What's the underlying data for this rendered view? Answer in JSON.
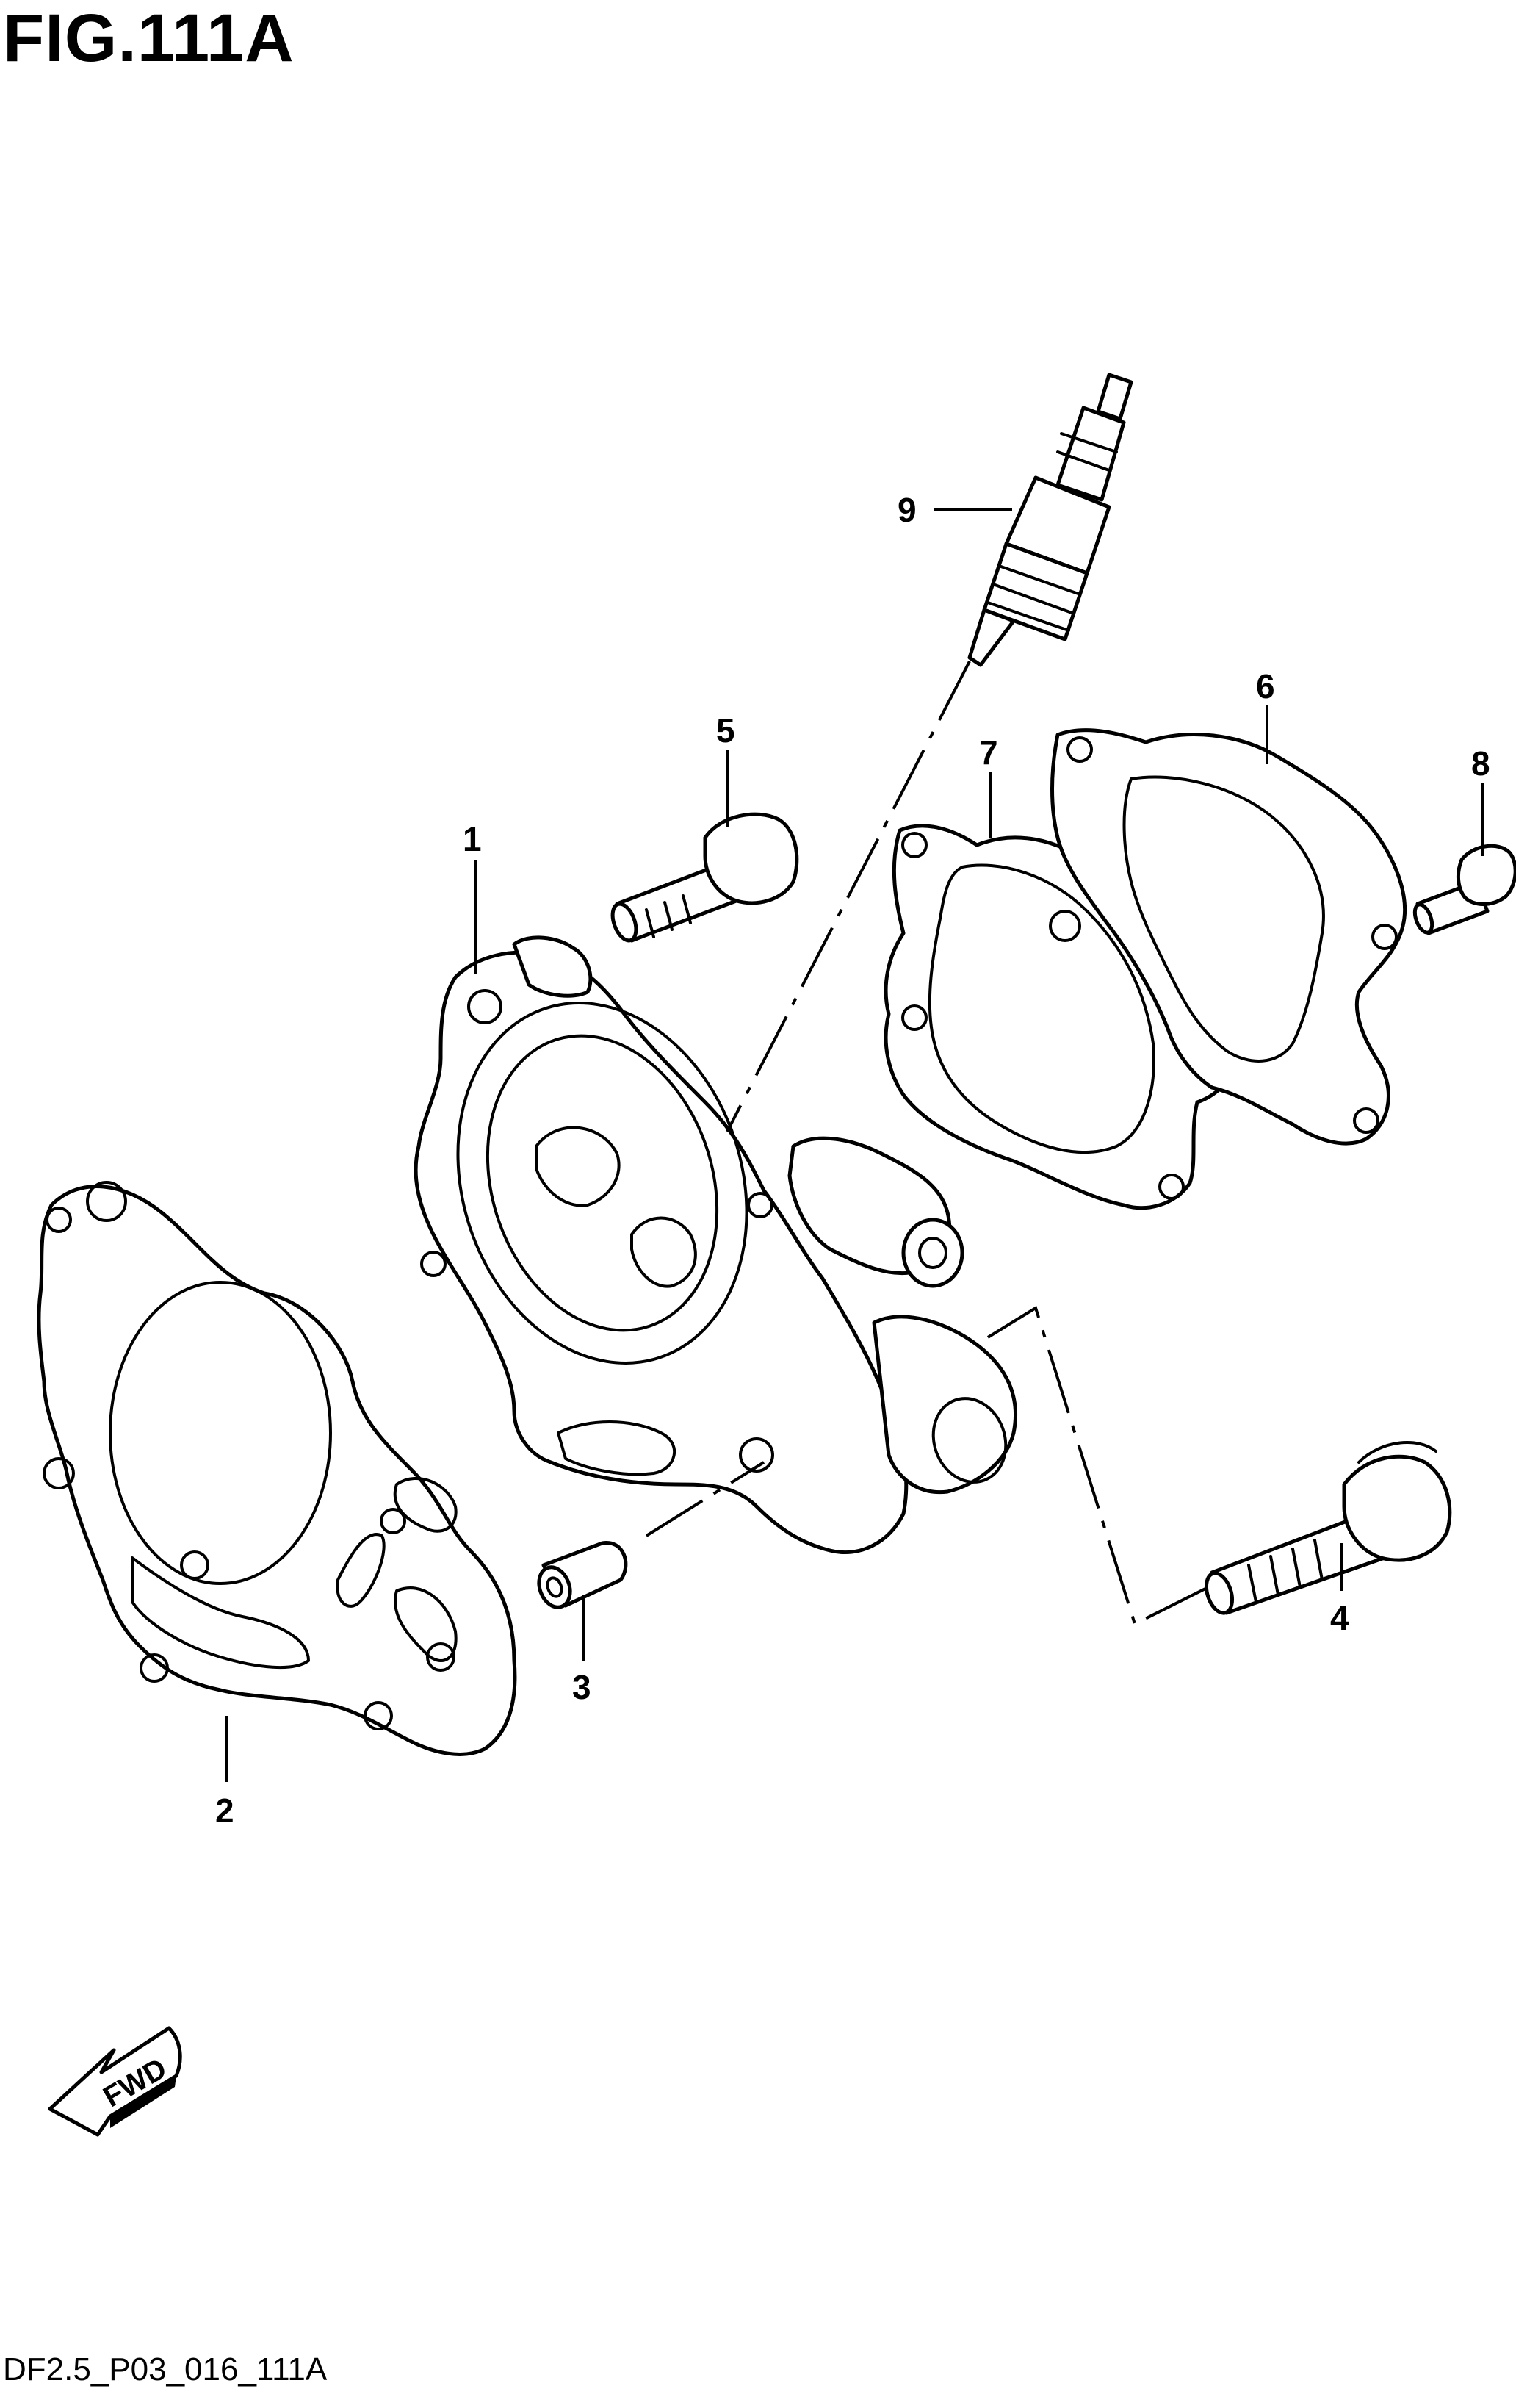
{
  "figure": {
    "title": "FIG.111A",
    "code": "DF2.5_P03_016_111A"
  },
  "callouts": [
    "1",
    "2",
    "3",
    "4",
    "5",
    "6",
    "7",
    "8",
    "9"
  ],
  "direction_arrow": {
    "label": "FWD",
    "icon": "fwd-arrow-icon"
  }
}
